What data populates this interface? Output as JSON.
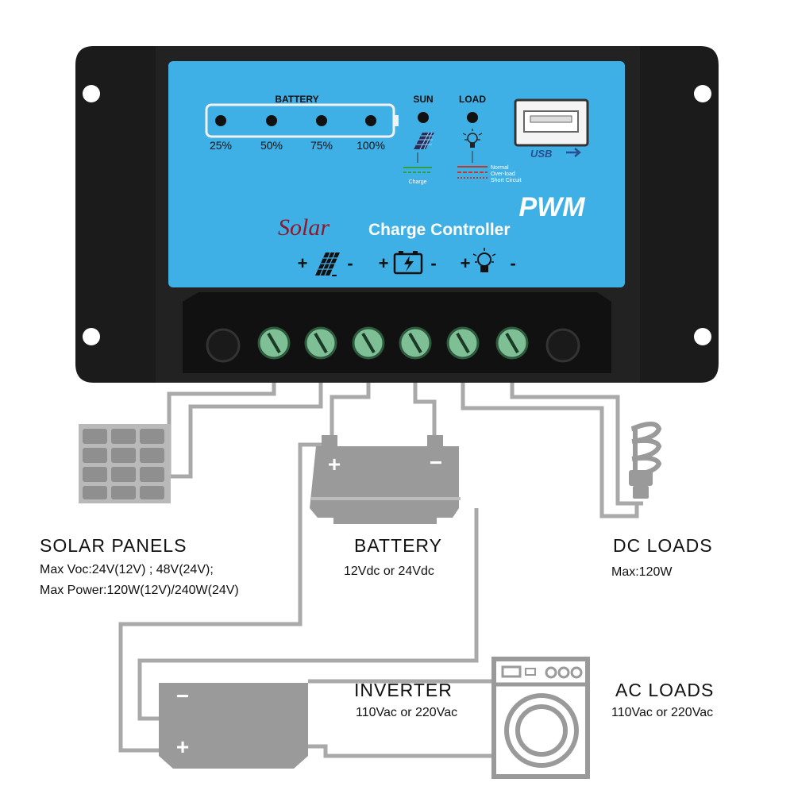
{
  "controller": {
    "battery_title": "BATTERY",
    "battery_levels": [
      "25%",
      "50%",
      "75%",
      "100%"
    ],
    "sun_label": "SUN",
    "load_label": "LOAD",
    "usb_label": "USB",
    "charge_label": "Charge",
    "load_states": [
      "Normal",
      "Over-load",
      "Short Circuit"
    ],
    "pwm_label": "PWM",
    "brand_script": "Solar",
    "brand_text": "Charge Controller",
    "terminal_symbols": [
      "+",
      "-",
      "+",
      "-",
      "+",
      "-"
    ]
  },
  "components": {
    "solar": {
      "title": "SOLAR  PANELS",
      "line1": "Max  Voc:24V(12V) ; 48V(24V);",
      "line2": "Max  Power:120W(12V)/240W(24V)"
    },
    "battery": {
      "title": "BATTERY",
      "spec": "12Vdc  or  24Vdc"
    },
    "dc_loads": {
      "title": "DC  LOADS",
      "spec": "Max:120W"
    },
    "inverter": {
      "title": "INVERTER",
      "spec": "110Vac  or  220Vac"
    },
    "ac_loads": {
      "title": "AC  LOADS",
      "spec": "110Vac  or  220Vac"
    },
    "battery_plus": "+",
    "battery_minus": "−",
    "inverter_plus": "+",
    "inverter_minus": "−"
  },
  "colors": {
    "panel_blue": "#3fb0e6",
    "housing": "#1b1b1b",
    "wire": "#a9a9a9",
    "component_gray": "#9a9a9a",
    "screw_green": "#7fbf96",
    "brand_script": "#8b1a2a",
    "brand_text": "#ffffff",
    "charge_green": "#2ea043",
    "load_red": "#c0392b"
  }
}
